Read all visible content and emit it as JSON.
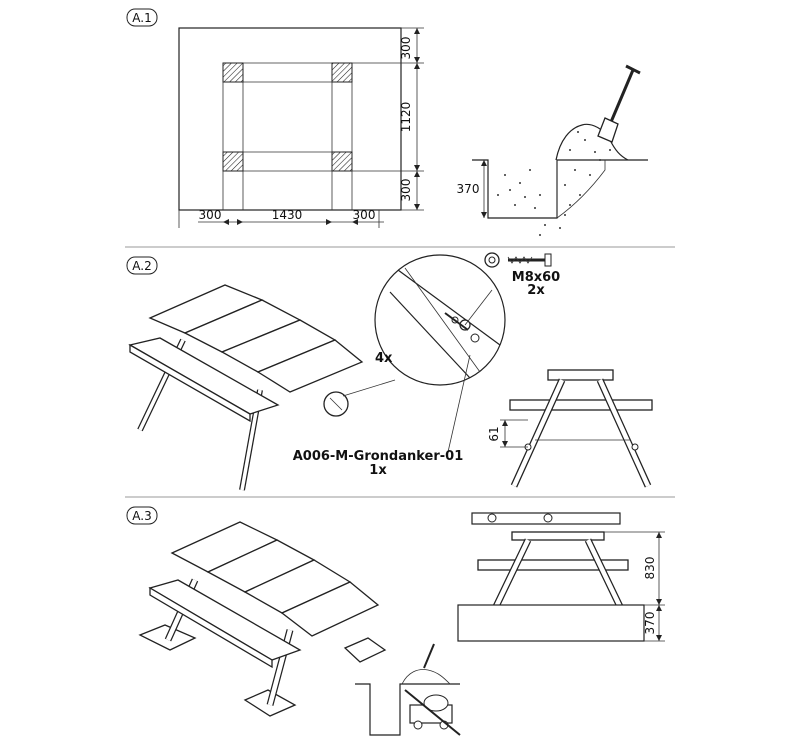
{
  "steps": {
    "a1": "A.1",
    "a2": "A.2",
    "a3": "A.3"
  },
  "a1": {
    "dims": {
      "top": "300",
      "middle": "1120",
      "bottom": "300",
      "left": "300",
      "center": "1430",
      "right": "300",
      "depth": "370"
    }
  },
  "a2": {
    "bolt": "M8x60",
    "bolt_qty": "2x",
    "repeat": "4x",
    "part": "A006-M-Grondanker-01",
    "part_qty": "1x",
    "height": "61"
  },
  "a3": {
    "height": "830",
    "depth": "370"
  }
}
